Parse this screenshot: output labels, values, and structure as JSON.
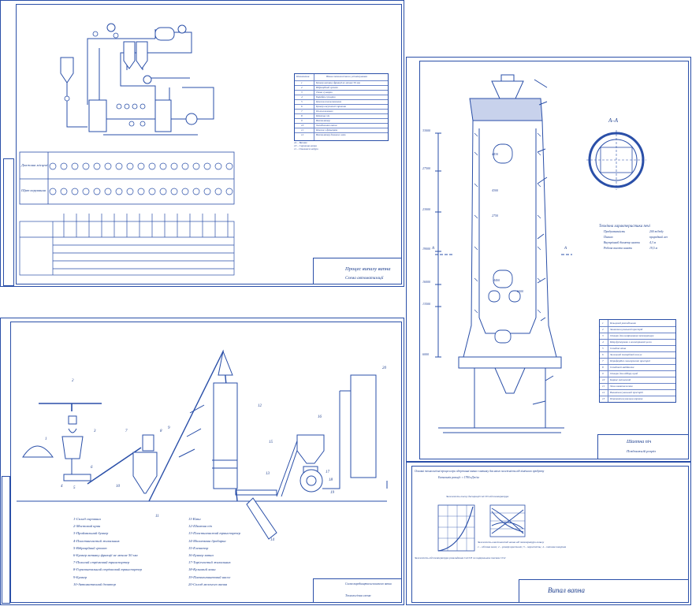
{
  "sheets": {
    "scheme": {
      "title_main": "Процес випалу вапна",
      "title_sub": "Схема автоматизації",
      "legend_header": [
        "Позначення",
        "Назва технологічного устаткування"
      ],
      "legend_rows": [
        "Бункер вапняку фракції не менше 50 мм",
        "Вібраційний грохот",
        "Топка сушарки",
        "Барабан сушарки",
        "Циклон-пиловловлювач",
        "Бункер висушеної сировини",
        "Пиловловлювач",
        "Шахтна піч",
        "Вентилятор",
        "Холодильник вапна",
        "Циклон з фільтром",
        "Вентилятор димових газів"
      ],
      "notes": [
        "24 – Вапняк",
        "10 – Сировина вапна",
        "11 – Опалюючі гадури"
      ],
      "row_labels": [
        "Довжина місцеві",
        "Щит керування"
      ]
    },
    "kiln": {
      "section_label": "А–А",
      "title_main": "Шахтна піч",
      "title_sub": "Поздовжній розріз",
      "specs_title": "Технічна характеристика печі",
      "specs": [
        {
          "name": "Продуктивність",
          "value": "200 т/добу"
        },
        {
          "name": "Паливо",
          "value": "природний газ"
        },
        {
          "name": "Внутрішній діаметр шахти",
          "value": "4,3 м"
        },
        {
          "name": "Робоча висота шахти",
          "value": "19,5 м"
        }
      ],
      "parts": [
        "Кільцевий розподільник",
        "Завантажувальний пристрій",
        "Отвори для вимірювання температури",
        "Шар футеровки з вогнетривкої цегли",
        "Оглядові вікна",
        "Загальний ізоляційний кожух",
        "Периферійні газогорілочні пристрої",
        "Оглядовий майданчик",
        "Отвори для відбору проб",
        "Каркас металевий",
        "Зона вивантаження",
        "Вивантажувальний пристрій",
        "Перевантажувальна воронка"
      ],
      "dims": [
        "33000",
        "27500",
        "23000",
        "19000",
        "16000",
        "13500",
        "6000",
        "4430",
        "4300",
        "2750",
        "4400",
        "6000"
      ],
      "cut_letter": "А"
    },
    "process": {
      "title_main": "Схема виробництва негашеного вапна",
      "title_sub": "Технологічна схема",
      "list": [
        "1-Склад сировини",
        "2-Мостовий кран",
        "3-Приймальний бункер",
        "4-Пластинчастий живильник",
        "5-Вібраційний грохот",
        "6-Бункер вапняку фракції не менше 50 мм",
        "7-Похилий стрічковий транспортер",
        "8-Горизонтальний стрічковий транспортер",
        "9-Бункер",
        "10-Автоматичний дозатор",
        "11-Ківш",
        "12-Шахтна піч",
        "13-Пластинчастий транспортер",
        "14-Молоткова дробарка",
        "15-Елеватор",
        "16-Бункер вапна",
        "17-Тарілчастий живильник",
        "18-Кульовий млин",
        "19-Пневмогвинтовий насос",
        "20-Склад меленого вапна"
      ]
    },
    "chart_sheet": {
      "title_main": "Випал вапна",
      "heading_lines": [
        "Основні технологічні процеси при одержанні вапна з вапняку для якого залежність від хімічного продукту",
        "Ентальпія реакції: ≈ 1780 кДж/кг"
      ],
      "caption_left": "Залежність тиску дисоціації CaCO3 від температури",
      "caption_right_title": "Залежність властивостей вапна від температури випалу",
      "caption_right_items": "1 – об'ємна маса; 2 – розмір кристалів; 3 – пористість; 4 – питома поверхня",
      "caption_bottom": "Залежність від температури розкладання CaCO3 по парціальним тискам CO2"
    }
  },
  "colors": {
    "line": "#2a4fa8",
    "text": "#1a3c8c",
    "paper": "#ffffff",
    "fill": "#c8d2ec"
  },
  "icons": [
    "kiln-icon",
    "cyclone-icon",
    "crane-icon",
    "elevator-icon",
    "mill-icon",
    "silo-icon",
    "fan-icon"
  ]
}
